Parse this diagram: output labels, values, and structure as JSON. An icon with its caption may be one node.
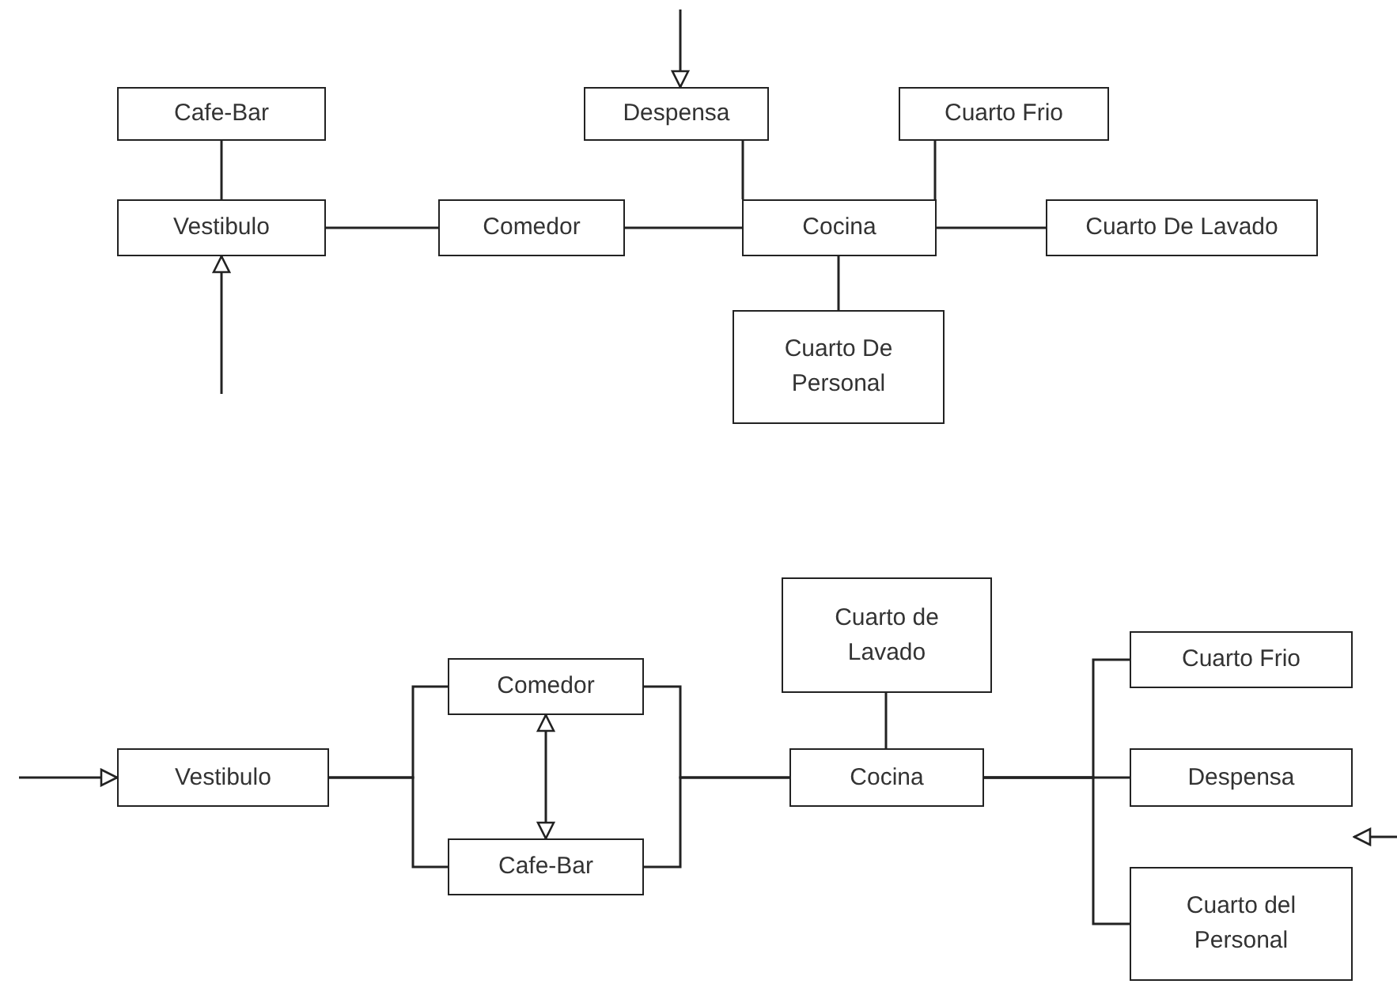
{
  "diagram": {
    "nodes": [
      {
        "text": [
          "Cafe-Bar"
        ]
      },
      {
        "text": [
          "Vestibulo"
        ]
      },
      {
        "text": [
          "Comedor"
        ]
      },
      {
        "text": [
          "Despensa"
        ]
      },
      {
        "text": [
          "Cocina"
        ]
      },
      {
        "text": [
          "Cuarto Frio"
        ]
      },
      {
        "text": [
          "Cuarto De Lavado"
        ]
      },
      {
        "text": [
          "Cuarto De Personal"
        ]
      },
      {
        "text": [
          "Cuarto de Lavado"
        ]
      },
      {
        "text": [
          "Cuarto Frio"
        ]
      },
      {
        "text": [
          "Comedor"
        ]
      },
      {
        "text": [
          "Vestibulo"
        ]
      },
      {
        "text": [
          "Cocina"
        ]
      },
      {
        "text": [
          "Despensa"
        ]
      },
      {
        "text": [
          "Cafe-Bar"
        ]
      },
      {
        "text": [
          "Cuarto del Personal"
        ]
      }
    ],
    "edges": [
      {
        "from": 0,
        "to": 1,
        "arrow": "none"
      },
      {
        "from": 1,
        "to": 2,
        "arrow": "none"
      },
      {
        "from": 2,
        "to": 4,
        "arrow": "none"
      },
      {
        "from": 3,
        "to": 4,
        "arrow": "none"
      },
      {
        "from": 5,
        "to": 4,
        "arrow": "none"
      },
      {
        "from": 4,
        "to": 6,
        "arrow": "none"
      },
      {
        "from": 4,
        "to": 7,
        "arrow": "none"
      },
      {
        "from": null,
        "to": 3,
        "arrow": "to"
      },
      {
        "from": null,
        "to": 1,
        "arrow": "to"
      },
      {
        "from": null,
        "to": 11,
        "arrow": "to"
      },
      {
        "from": 11,
        "to": 10,
        "arrow": "none"
      },
      {
        "from": 11,
        "to": 14,
        "arrow": "none"
      },
      {
        "from": 10,
        "to": 12,
        "arrow": "none"
      },
      {
        "from": 14,
        "to": 12,
        "arrow": "none"
      },
      {
        "from": 10,
        "to": 14,
        "arrow": "both"
      },
      {
        "from": 12,
        "to": 8,
        "arrow": "none"
      },
      {
        "from": 12,
        "to": 9,
        "arrow": "none"
      },
      {
        "from": 12,
        "to": 13,
        "arrow": "none"
      },
      {
        "from": 12,
        "to": 15,
        "arrow": "none"
      }
    ]
  }
}
